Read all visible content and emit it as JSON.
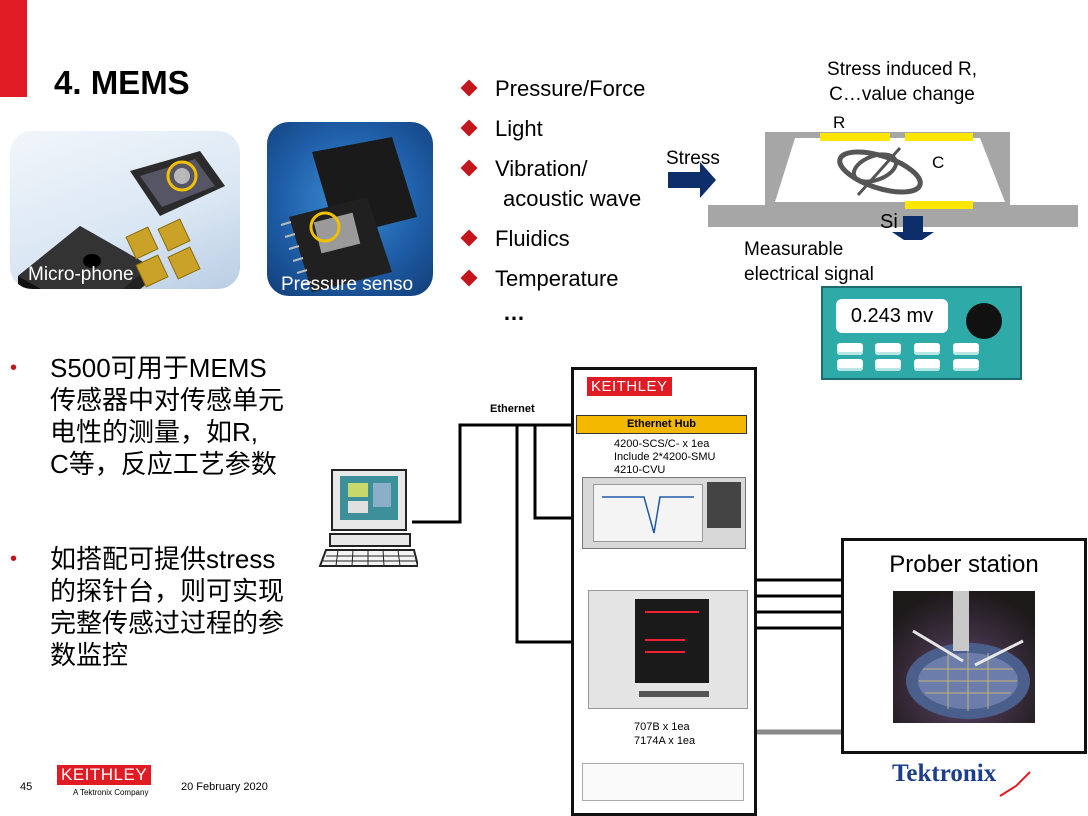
{
  "slide": {
    "title": "4. MEMS",
    "page_number": "45",
    "date": "20 February 2020"
  },
  "photos": {
    "microphone_caption": "Micro-phone",
    "pressure_caption": "Pressure senso"
  },
  "sensing_list": [
    "Pressure/Force",
    "Light",
    "Vibration/",
    "acoustic wave",
    "Fluidics",
    "Temperature",
    "…"
  ],
  "diagram": {
    "stress_note_line1": "Stress induced R,",
    "stress_note_line2": "C…value change",
    "r_label": "R",
    "c_label": "C",
    "si_label": "Si",
    "stress_label": "Stress",
    "signal_line1": "Measurable",
    "signal_line2": "electrical signal",
    "meter_value": "0.243  mv"
  },
  "notes": {
    "note1": [
      "S500可用于MEMS",
      "传感器中对传感单元",
      "电性的测量，如R,",
      "C等，反应工艺参数"
    ],
    "note2": [
      "如搭配可提供stress",
      "的探针台，则可实现",
      "完整传感过过程的参",
      "数监控"
    ]
  },
  "system": {
    "ethernet_label": "Ethernet",
    "rack_brand": "KEITHLEY",
    "hub_label": "Ethernet Hub",
    "spec_lines": [
      "4200-SCS/C- x 1ea",
      "Include 2*4200-SMU",
      "4210-CVU"
    ],
    "switch_lines": [
      "707B x 1ea",
      "7174A x 1ea"
    ],
    "prober_label": "Prober station"
  },
  "footer": {
    "keithley_logo": "KEITHLEY",
    "keithley_tagline": "A Tektronix Company",
    "tektronix_logo": "Tektronix"
  },
  "colors": {
    "accent_red": "#e01b24",
    "meter_teal": "#2eaaa8",
    "hub_yellow": "#f5b800",
    "arrow_navy": "#0d2d6b"
  }
}
